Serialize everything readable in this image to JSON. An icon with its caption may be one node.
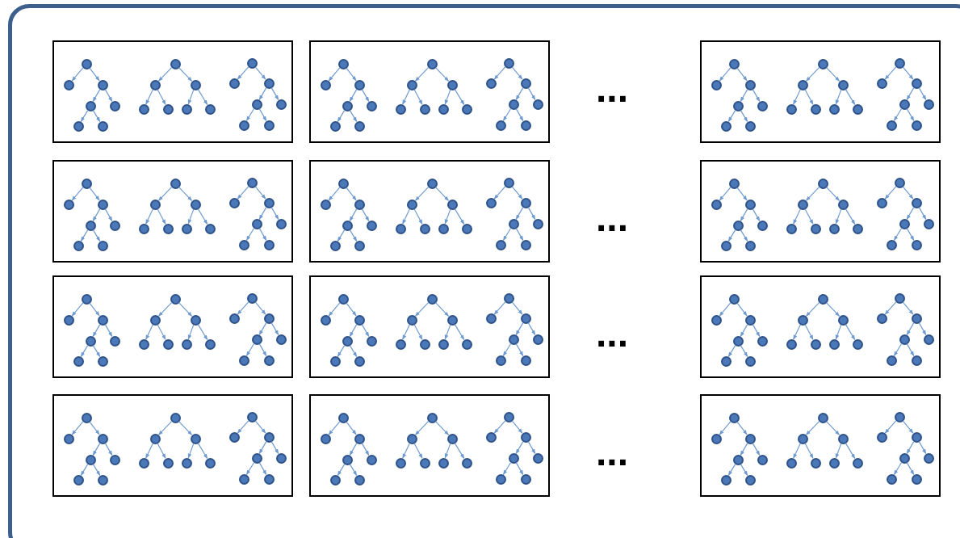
{
  "diagram": {
    "nodes": [
      {
        "text": [],
        "shape": "box"
      },
      {
        "text": [],
        "shape": "box",
        "in": 0
      },
      {
        "text": [],
        "shape": "circle",
        "in": 1
      },
      {
        "text": [],
        "shape": "circle",
        "in": 1
      },
      {
        "text": [],
        "shape": "circle",
        "in": 1
      },
      {
        "text": [],
        "shape": "circle",
        "in": 1
      },
      {
        "text": [],
        "shape": "circle",
        "in": 1
      },
      {
        "text": [],
        "shape": "circle",
        "in": 1
      },
      {
        "text": [],
        "shape": "circle",
        "in": 1
      },
      {
        "text": [],
        "shape": "circle",
        "in": 1
      },
      {
        "text": [],
        "shape": "circle",
        "in": 1
      },
      {
        "text": [],
        "shape": "circle",
        "in": 1
      },
      {
        "text": [],
        "shape": "circle",
        "in": 1
      },
      {
        "text": [],
        "shape": "circle",
        "in": 1
      },
      {
        "text": [],
        "shape": "circle",
        "in": 1
      },
      {
        "text": [],
        "shape": "circle",
        "in": 1
      },
      {
        "text": [],
        "shape": "circle",
        "in": 1
      },
      {
        "text": [],
        "shape": "circle",
        "in": 1
      },
      {
        "text": [],
        "shape": "circle",
        "in": 1
      },
      {
        "text": [],
        "shape": "circle",
        "in": 1
      },
      {
        "text": [],
        "shape": "circle",
        "in": 1
      },
      {
        "text": [],
        "shape": "circle",
        "in": 1
      },
      {
        "text": [],
        "shape": "circle",
        "in": 1
      },
      {
        "text": [],
        "shape": "box",
        "in": 0
      },
      {
        "text": [],
        "shape": "circle",
        "in": 23
      },
      {
        "text": [],
        "shape": "circle",
        "in": 23
      },
      {
        "text": [],
        "shape": "circle",
        "in": 23
      },
      {
        "text": [],
        "shape": "circle",
        "in": 23
      },
      {
        "text": [],
        "shape": "circle",
        "in": 23
      },
      {
        "text": [],
        "shape": "circle",
        "in": 23
      },
      {
        "text": [],
        "shape": "circle",
        "in": 23
      },
      {
        "text": [],
        "shape": "circle",
        "in": 23
      },
      {
        "text": [],
        "shape": "circle",
        "in": 23
      },
      {
        "text": [],
        "shape": "circle",
        "in": 23
      },
      {
        "text": [],
        "shape": "circle",
        "in": 23
      },
      {
        "text": [],
        "shape": "circle",
        "in": 23
      },
      {
        "text": [],
        "shape": "circle",
        "in": 23
      },
      {
        "text": [],
        "shape": "circle",
        "in": 23
      },
      {
        "text": [],
        "shape": "circle",
        "in": 23
      },
      {
        "text": [],
        "shape": "circle",
        "in": 23
      },
      {
        "text": [],
        "shape": "circle",
        "in": 23
      },
      {
        "text": [],
        "shape": "circle",
        "in": 23
      },
      {
        "text": [],
        "shape": "circle",
        "in": 23
      },
      {
        "text": [],
        "shape": "circle",
        "in": 23
      },
      {
        "text": [],
        "shape": "circle",
        "in": 23
      },
      {
        "text": [],
        "shape": "box",
        "in": 0
      },
      {
        "text": [],
        "shape": "circle",
        "in": 45
      },
      {
        "text": [],
        "shape": "circle",
        "in": 45
      },
      {
        "text": [],
        "shape": "circle",
        "in": 45
      },
      {
        "text": [],
        "shape": "circle",
        "in": 45
      },
      {
        "text": [],
        "shape": "circle",
        "in": 45
      },
      {
        "text": [],
        "shape": "circle",
        "in": 45
      },
      {
        "text": [],
        "shape": "circle",
        "in": 45
      },
      {
        "text": [],
        "shape": "circle",
        "in": 45
      },
      {
        "text": [],
        "shape": "circle",
        "in": 45
      },
      {
        "text": [],
        "shape": "circle",
        "in": 45
      },
      {
        "text": [],
        "shape": "circle",
        "in": 45
      },
      {
        "text": [],
        "shape": "circle",
        "in": 45
      },
      {
        "text": [],
        "shape": "circle",
        "in": 45
      },
      {
        "text": [],
        "shape": "circle",
        "in": 45
      },
      {
        "text": [],
        "shape": "circle",
        "in": 45
      },
      {
        "text": [],
        "shape": "circle",
        "in": 45
      },
      {
        "text": [],
        "shape": "circle",
        "in": 45
      },
      {
        "text": [],
        "shape": "circle",
        "in": 45
      },
      {
        "text": [],
        "shape": "circle",
        "in": 45
      },
      {
        "text": [],
        "shape": "circle",
        "in": 45
      },
      {
        "text": [],
        "shape": "circle",
        "in": 45
      },
      {
        "text": [],
        "shape": "box",
        "in": 0
      },
      {
        "text": [],
        "shape": "circle",
        "in": 67
      },
      {
        "text": [],
        "shape": "circle",
        "in": 67
      },
      {
        "text": [],
        "shape": "circle",
        "in": 67
      },
      {
        "text": [],
        "shape": "circle",
        "in": 67
      },
      {
        "text": [],
        "shape": "circle",
        "in": 67
      },
      {
        "text": [],
        "shape": "circle",
        "in": 67
      },
      {
        "text": [],
        "shape": "circle",
        "in": 67
      },
      {
        "text": [],
        "shape": "circle",
        "in": 67
      },
      {
        "text": [],
        "shape": "circle",
        "in": 67
      },
      {
        "text": [],
        "shape": "circle",
        "in": 67
      },
      {
        "text": [],
        "shape": "circle",
        "in": 67
      },
      {
        "text": [],
        "shape": "circle",
        "in": 67
      },
      {
        "text": [],
        "shape": "circle",
        "in": 67
      },
      {
        "text": [],
        "shape": "circle",
        "in": 67
      },
      {
        "text": [],
        "shape": "circle",
        "in": 67
      },
      {
        "text": [],
        "shape": "circle",
        "in": 67
      },
      {
        "text": [],
        "shape": "circle",
        "in": 67
      },
      {
        "text": [],
        "shape": "circle",
        "in": 67
      },
      {
        "text": [],
        "shape": "circle",
        "in": 67
      },
      {
        "text": [],
        "shape": "circle",
        "in": 67
      },
      {
        "text": [],
        "shape": "circle",
        "in": 67
      },
      {
        "text": [],
        "shape": "box",
        "in": 0
      },
      {
        "text": [],
        "shape": "circle",
        "in": 89
      },
      {
        "text": [],
        "shape": "circle",
        "in": 89
      },
      {
        "text": [],
        "shape": "circle",
        "in": 89
      },
      {
        "text": [],
        "shape": "circle",
        "in": 89
      },
      {
        "text": [],
        "shape": "circle",
        "in": 89
      },
      {
        "text": [],
        "shape": "circle",
        "in": 89
      },
      {
        "text": [],
        "shape": "circle",
        "in": 89
      },
      {
        "text": [],
        "shape": "circle",
        "in": 89
      },
      {
        "text": [],
        "shape": "circle",
        "in": 89
      },
      {
        "text": [],
        "shape": "circle",
        "in": 89
      },
      {
        "text": [],
        "shape": "circle",
        "in": 89
      },
      {
        "text": [],
        "shape": "circle",
        "in": 89
      },
      {
        "text": [],
        "shape": "circle",
        "in": 89
      },
      {
        "text": [],
        "shape": "circle",
        "in": 89
      },
      {
        "text": [],
        "shape": "circle",
        "in": 89
      },
      {
        "text": [],
        "shape": "circle",
        "in": 89
      },
      {
        "text": [],
        "shape": "circle",
        "in": 89
      },
      {
        "text": [],
        "shape": "circle",
        "in": 89
      },
      {
        "text": [],
        "shape": "circle",
        "in": 89
      },
      {
        "text": [],
        "shape": "circle",
        "in": 89
      },
      {
        "text": [],
        "shape": "circle",
        "in": 89
      },
      {
        "text": [],
        "shape": "box",
        "in": 0
      },
      {
        "text": [],
        "shape": "circle",
        "in": 111
      },
      {
        "text": [],
        "shape": "circle",
        "in": 111
      },
      {
        "text": [],
        "shape": "circle",
        "in": 111
      },
      {
        "text": [],
        "shape": "circle",
        "in": 111
      },
      {
        "text": [],
        "shape": "circle",
        "in": 111
      },
      {
        "text": [],
        "shape": "circle",
        "in": 111
      },
      {
        "text": [],
        "shape": "circle",
        "in": 111
      },
      {
        "text": [],
        "shape": "circle",
        "in": 111
      },
      {
        "text": [],
        "shape": "circle",
        "in": 111
      },
      {
        "text": [],
        "shape": "circle",
        "in": 111
      },
      {
        "text": [],
        "shape": "circle",
        "in": 111
      },
      {
        "text": [],
        "shape": "circle",
        "in": 111
      },
      {
        "text": [],
        "shape": "circle",
        "in": 111
      },
      {
        "text": [],
        "shape": "circle",
        "in": 111
      },
      {
        "text": [],
        "shape": "circle",
        "in": 111
      },
      {
        "text": [],
        "shape": "circle",
        "in": 111
      },
      {
        "text": [],
        "shape": "circle",
        "in": 111
      },
      {
        "text": [],
        "shape": "circle",
        "in": 111
      },
      {
        "text": [],
        "shape": "circle",
        "in": 111
      },
      {
        "text": [],
        "shape": "circle",
        "in": 111
      },
      {
        "text": [],
        "shape": "circle",
        "in": 111
      },
      {
        "text": [],
        "shape": "box",
        "in": 0
      },
      {
        "text": [],
        "shape": "circle",
        "in": 133
      },
      {
        "text": [],
        "shape": "circle",
        "in": 133
      },
      {
        "text": [],
        "shape": "circle",
        "in": 133
      },
      {
        "text": [],
        "shape": "circle",
        "in": 133
      },
      {
        "text": [],
        "shape": "circle",
        "in": 133
      },
      {
        "text": [],
        "shape": "circle",
        "in": 133
      },
      {
        "text": [],
        "shape": "circle",
        "in": 133
      },
      {
        "text": [],
        "shape": "circle",
        "in": 133
      },
      {
        "text": [],
        "shape": "circle",
        "in": 133
      },
      {
        "text": [],
        "shape": "circle",
        "in": 133
      },
      {
        "text": [],
        "shape": "circle",
        "in": 133
      },
      {
        "text": [],
        "shape": "circle",
        "in": 133
      },
      {
        "text": [],
        "shape": "circle",
        "in": 133
      },
      {
        "text": [],
        "shape": "circle",
        "in": 133
      },
      {
        "text": [],
        "shape": "circle",
        "in": 133
      },
      {
        "text": [],
        "shape": "circle",
        "in": 133
      },
      {
        "text": [],
        "shape": "circle",
        "in": 133
      },
      {
        "text": [],
        "shape": "circle",
        "in": 133
      },
      {
        "text": [],
        "shape": "circle",
        "in": 133
      },
      {
        "text": [],
        "shape": "circle",
        "in": 133
      },
      {
        "text": [],
        "shape": "circle",
        "in": 133
      },
      {
        "text": [],
        "shape": "box",
        "in": 0
      },
      {
        "text": [],
        "shape": "circle",
        "in": 155
      },
      {
        "text": [],
        "shape": "circle",
        "in": 155
      },
      {
        "text": [],
        "shape": "circle",
        "in": 155
      },
      {
        "text": [],
        "shape": "circle",
        "in": 155
      },
      {
        "text": [],
        "shape": "circle",
        "in": 155
      },
      {
        "text": [],
        "shape": "circle",
        "in": 155
      },
      {
        "text": [],
        "shape": "circle",
        "in": 155
      },
      {
        "text": [],
        "shape": "circle",
        "in": 155
      },
      {
        "text": [],
        "shape": "circle",
        "in": 155
      },
      {
        "text": [],
        "shape": "circle",
        "in": 155
      },
      {
        "text": [],
        "shape": "circle",
        "in": 155
      },
      {
        "text": [],
        "shape": "circle",
        "in": 155
      },
      {
        "text": [],
        "shape": "circle",
        "in": 155
      },
      {
        "text": [],
        "shape": "circle",
        "in": 155
      },
      {
        "text": [],
        "shape": "circle",
        "in": 155
      },
      {
        "text": [],
        "shape": "circle",
        "in": 155
      },
      {
        "text": [],
        "shape": "circle",
        "in": 155
      },
      {
        "text": [],
        "shape": "circle",
        "in": 155
      },
      {
        "text": [],
        "shape": "circle",
        "in": 155
      },
      {
        "text": [],
        "shape": "circle",
        "in": 155
      },
      {
        "text": [],
        "shape": "circle",
        "in": 155
      },
      {
        "text": [],
        "shape": "box",
        "in": 0
      },
      {
        "text": [],
        "shape": "circle",
        "in": 177
      },
      {
        "text": [],
        "shape": "circle",
        "in": 177
      },
      {
        "text": [],
        "shape": "circle",
        "in": 177
      },
      {
        "text": [],
        "shape": "circle",
        "in": 177
      },
      {
        "text": [],
        "shape": "circle",
        "in": 177
      },
      {
        "text": [],
        "shape": "circle",
        "in": 177
      },
      {
        "text": [],
        "shape": "circle",
        "in": 177
      },
      {
        "text": [],
        "shape": "circle",
        "in": 177
      },
      {
        "text": [],
        "shape": "circle",
        "in": 177
      },
      {
        "text": [],
        "shape": "circle",
        "in": 177
      },
      {
        "text": [],
        "shape": "circle",
        "in": 177
      },
      {
        "text": [],
        "shape": "circle",
        "in": 177
      },
      {
        "text": [],
        "shape": "circle",
        "in": 177
      },
      {
        "text": [],
        "shape": "circle",
        "in": 177
      },
      {
        "text": [],
        "shape": "circle",
        "in": 177
      },
      {
        "text": [],
        "shape": "circle",
        "in": 177
      },
      {
        "text": [],
        "shape": "circle",
        "in": 177
      },
      {
        "text": [],
        "shape": "circle",
        "in": 177
      },
      {
        "text": [],
        "shape": "circle",
        "in": 177
      },
      {
        "text": [],
        "shape": "circle",
        "in": 177
      },
      {
        "text": [],
        "shape": "circle",
        "in": 177
      },
      {
        "text": [],
        "shape": "box",
        "in": 0
      },
      {
        "text": [],
        "shape": "circle",
        "in": 199
      },
      {
        "text": [],
        "shape": "circle",
        "in": 199
      },
      {
        "text": [],
        "shape": "circle",
        "in": 199
      },
      {
        "text": [],
        "shape": "circle",
        "in": 199
      },
      {
        "text": [],
        "shape": "circle",
        "in": 199
      },
      {
        "text": [],
        "shape": "circle",
        "in": 199
      },
      {
        "text": [],
        "shape": "circle",
        "in": 199
      },
      {
        "text": [],
        "shape": "circle",
        "in": 199
      },
      {
        "text": [],
        "shape": "circle",
        "in": 199
      },
      {
        "text": [],
        "shape": "circle",
        "in": 199
      },
      {
        "text": [],
        "shape": "circle",
        "in": 199
      },
      {
        "text": [],
        "shape": "circle",
        "in": 199
      },
      {
        "text": [],
        "shape": "circle",
        "in": 199
      },
      {
        "text": [],
        "shape": "circle",
        "in": 199
      },
      {
        "text": [],
        "shape": "circle",
        "in": 199
      },
      {
        "text": [],
        "shape": "circle",
        "in": 199
      },
      {
        "text": [],
        "shape": "circle",
        "in": 199
      },
      {
        "text": [],
        "shape": "circle",
        "in": 199
      },
      {
        "text": [],
        "shape": "circle",
        "in": 199
      },
      {
        "text": [],
        "shape": "circle",
        "in": 199
      },
      {
        "text": [],
        "shape": "circle",
        "in": 199
      },
      {
        "text": [],
        "shape": "box",
        "in": 0
      },
      {
        "text": [],
        "shape": "circle",
        "in": 221
      },
      {
        "text": [],
        "shape": "circle",
        "in": 221
      },
      {
        "text": [],
        "shape": "circle",
        "in": 221
      },
      {
        "text": [],
        "shape": "circle",
        "in": 221
      },
      {
        "text": [],
        "shape": "circle",
        "in": 221
      },
      {
        "text": [],
        "shape": "circle",
        "in": 221
      },
      {
        "text": [],
        "shape": "circle",
        "in": 221
      },
      {
        "text": [],
        "shape": "circle",
        "in": 221
      },
      {
        "text": [],
        "shape": "circle",
        "in": 221
      },
      {
        "text": [],
        "shape": "circle",
        "in": 221
      },
      {
        "text": [],
        "shape": "circle",
        "in": 221
      },
      {
        "text": [],
        "shape": "circle",
        "in": 221
      },
      {
        "text": [],
        "shape": "circle",
        "in": 221
      },
      {
        "text": [],
        "shape": "circle",
        "in": 221
      },
      {
        "text": [],
        "shape": "circle",
        "in": 221
      },
      {
        "text": [],
        "shape": "circle",
        "in": 221
      },
      {
        "text": [],
        "shape": "circle",
        "in": 221
      },
      {
        "text": [],
        "shape": "circle",
        "in": 221
      },
      {
        "text": [],
        "shape": "circle",
        "in": 221
      },
      {
        "text": [],
        "shape": "circle",
        "in": 221
      },
      {
        "text": [],
        "shape": "circle",
        "in": 221
      },
      {
        "text": [],
        "shape": "box",
        "in": 0
      },
      {
        "text": [],
        "shape": "circle",
        "in": 243
      },
      {
        "text": [],
        "shape": "circle",
        "in": 243
      },
      {
        "text": [],
        "shape": "circle",
        "in": 243
      },
      {
        "text": [],
        "shape": "circle",
        "in": 243
      },
      {
        "text": [],
        "shape": "circle",
        "in": 243
      },
      {
        "text": [],
        "shape": "circle",
        "in": 243
      },
      {
        "text": [],
        "shape": "circle",
        "in": 243
      },
      {
        "text": [],
        "shape": "circle",
        "in": 243
      },
      {
        "text": [],
        "shape": "circle",
        "in": 243
      },
      {
        "text": [],
        "shape": "circle",
        "in": 243
      },
      {
        "text": [],
        "shape": "circle",
        "in": 243
      },
      {
        "text": [],
        "shape": "circle",
        "in": 243
      },
      {
        "text": [],
        "shape": "circle",
        "in": 243
      },
      {
        "text": [],
        "shape": "circle",
        "in": 243
      },
      {
        "text": [],
        "shape": "circle",
        "in": 243
      },
      {
        "text": [],
        "shape": "circle",
        "in": 243
      },
      {
        "text": [],
        "shape": "circle",
        "in": 243
      },
      {
        "text": [],
        "shape": "circle",
        "in": 243
      },
      {
        "text": [],
        "shape": "circle",
        "in": 243
      },
      {
        "text": [],
        "shape": "circle",
        "in": 243
      },
      {
        "text": [],
        "shape": "circle",
        "in": 243
      }
    ],
    "edges": [
      {
        "from": 2,
        "to": 3,
        "arrow": "to"
      },
      {
        "from": 2,
        "to": 4,
        "arrow": "to"
      },
      {
        "from": 4,
        "to": 5,
        "arrow": "to"
      },
      {
        "from": 4,
        "to": 6,
        "arrow": "to"
      },
      {
        "from": 5,
        "to": 7,
        "arrow": "to"
      },
      {
        "from": 5,
        "to": 8,
        "arrow": "to"
      },
      {
        "from": 9,
        "to": 10,
        "arrow": "to"
      },
      {
        "from": 9,
        "to": 11,
        "arrow": "to"
      },
      {
        "from": 10,
        "to": 12,
        "arrow": "to"
      },
      {
        "from": 10,
        "to": 13,
        "arrow": "to"
      },
      {
        "from": 11,
        "to": 14,
        "arrow": "to"
      },
      {
        "from": 11,
        "to": 15,
        "arrow": "to"
      },
      {
        "from": 16,
        "to": 17,
        "arrow": "to"
      },
      {
        "from": 16,
        "to": 18,
        "arrow": "to"
      },
      {
        "from": 18,
        "to": 19,
        "arrow": "to"
      },
      {
        "from": 18,
        "to": 20,
        "arrow": "to"
      },
      {
        "from": 19,
        "to": 21,
        "arrow": "to"
      },
      {
        "from": 19,
        "to": 22,
        "arrow": "to"
      },
      {
        "from": 24,
        "to": 25,
        "arrow": "to"
      },
      {
        "from": 24,
        "to": 26,
        "arrow": "to"
      },
      {
        "from": 26,
        "to": 27,
        "arrow": "to"
      },
      {
        "from": 26,
        "to": 28,
        "arrow": "to"
      },
      {
        "from": 27,
        "to": 29,
        "arrow": "to"
      },
      {
        "from": 27,
        "to": 30,
        "arrow": "to"
      },
      {
        "from": 31,
        "to": 32,
        "arrow": "to"
      },
      {
        "from": 31,
        "to": 33,
        "arrow": "to"
      },
      {
        "from": 32,
        "to": 34,
        "arrow": "to"
      },
      {
        "from": 32,
        "to": 35,
        "arrow": "to"
      },
      {
        "from": 33,
        "to": 36,
        "arrow": "to"
      },
      {
        "from": 33,
        "to": 37,
        "arrow": "to"
      },
      {
        "from": 38,
        "to": 39,
        "arrow": "to"
      },
      {
        "from": 38,
        "to": 40,
        "arrow": "to"
      },
      {
        "from": 40,
        "to": 41,
        "arrow": "to"
      },
      {
        "from": 40,
        "to": 42,
        "arrow": "to"
      },
      {
        "from": 41,
        "to": 43,
        "arrow": "to"
      },
      {
        "from": 41,
        "to": 44,
        "arrow": "to"
      },
      {
        "from": 46,
        "to": 47,
        "arrow": "to"
      },
      {
        "from": 46,
        "to": 48,
        "arrow": "to"
      },
      {
        "from": 48,
        "to": 49,
        "arrow": "to"
      },
      {
        "from": 48,
        "to": 50,
        "arrow": "to"
      },
      {
        "from": 49,
        "to": 51,
        "arrow": "to"
      },
      {
        "from": 49,
        "to": 52,
        "arrow": "to"
      },
      {
        "from": 53,
        "to": 54,
        "arrow": "to"
      },
      {
        "from": 53,
        "to": 55,
        "arrow": "to"
      },
      {
        "from": 54,
        "to": 56,
        "arrow": "to"
      },
      {
        "from": 54,
        "to": 57,
        "arrow": "to"
      },
      {
        "from": 55,
        "to": 58,
        "arrow": "to"
      },
      {
        "from": 55,
        "to": 59,
        "arrow": "to"
      },
      {
        "from": 60,
        "to": 61,
        "arrow": "to"
      },
      {
        "from": 60,
        "to": 62,
        "arrow": "to"
      },
      {
        "from": 62,
        "to": 63,
        "arrow": "to"
      },
      {
        "from": 62,
        "to": 64,
        "arrow": "to"
      },
      {
        "from": 63,
        "to": 65,
        "arrow": "to"
      },
      {
        "from": 63,
        "to": 66,
        "arrow": "to"
      },
      {
        "from": 68,
        "to": 69,
        "arrow": "to"
      },
      {
        "from": 68,
        "to": 70,
        "arrow": "to"
      },
      {
        "from": 70,
        "to": 71,
        "arrow": "to"
      },
      {
        "from": 70,
        "to": 72,
        "arrow": "to"
      },
      {
        "from": 71,
        "to": 73,
        "arrow": "to"
      },
      {
        "from": 71,
        "to": 74,
        "arrow": "to"
      },
      {
        "from": 75,
        "to": 76,
        "arrow": "to"
      },
      {
        "from": 75,
        "to": 77,
        "arrow": "to"
      },
      {
        "from": 76,
        "to": 78,
        "arrow": "to"
      },
      {
        "from": 76,
        "to": 79,
        "arrow": "to"
      },
      {
        "from": 77,
        "to": 80,
        "arrow": "to"
      },
      {
        "from": 77,
        "to": 81,
        "arrow": "to"
      },
      {
        "from": 82,
        "to": 83,
        "arrow": "to"
      },
      {
        "from": 82,
        "to": 84,
        "arrow": "to"
      },
      {
        "from": 84,
        "to": 85,
        "arrow": "to"
      },
      {
        "from": 84,
        "to": 86,
        "arrow": "to"
      },
      {
        "from": 85,
        "to": 87,
        "arrow": "to"
      },
      {
        "from": 85,
        "to": 88,
        "arrow": "to"
      },
      {
        "from": 90,
        "to": 91,
        "arrow": "to"
      },
      {
        "from": 90,
        "to": 92,
        "arrow": "to"
      },
      {
        "from": 92,
        "to": 93,
        "arrow": "to"
      },
      {
        "from": 92,
        "to": 94,
        "arrow": "to"
      },
      {
        "from": 93,
        "to": 95,
        "arrow": "to"
      },
      {
        "from": 93,
        "to": 96,
        "arrow": "to"
      },
      {
        "from": 97,
        "to": 98,
        "arrow": "to"
      },
      {
        "from": 97,
        "to": 99,
        "arrow": "to"
      },
      {
        "from": 98,
        "to": 100,
        "arrow": "to"
      },
      {
        "from": 98,
        "to": 101,
        "arrow": "to"
      },
      {
        "from": 99,
        "to": 102,
        "arrow": "to"
      },
      {
        "from": 99,
        "to": 103,
        "arrow": "to"
      },
      {
        "from": 104,
        "to": 105,
        "arrow": "to"
      },
      {
        "from": 104,
        "to": 106,
        "arrow": "to"
      },
      {
        "from": 106,
        "to": 107,
        "arrow": "to"
      },
      {
        "from": 106,
        "to": 108,
        "arrow": "to"
      },
      {
        "from": 107,
        "to": 109,
        "arrow": "to"
      },
      {
        "from": 107,
        "to": 110,
        "arrow": "to"
      },
      {
        "from": 112,
        "to": 113,
        "arrow": "to"
      },
      {
        "from": 112,
        "to": 114,
        "arrow": "to"
      },
      {
        "from": 114,
        "to": 115,
        "arrow": "to"
      },
      {
        "from": 114,
        "to": 116,
        "arrow": "to"
      },
      {
        "from": 115,
        "to": 117,
        "arrow": "to"
      },
      {
        "from": 115,
        "to": 118,
        "arrow": "to"
      },
      {
        "from": 119,
        "to": 120,
        "arrow": "to"
      },
      {
        "from": 119,
        "to": 121,
        "arrow": "to"
      },
      {
        "from": 120,
        "to": 122,
        "arrow": "to"
      },
      {
        "from": 120,
        "to": 123,
        "arrow": "to"
      },
      {
        "from": 121,
        "to": 124,
        "arrow": "to"
      },
      {
        "from": 121,
        "to": 125,
        "arrow": "to"
      },
      {
        "from": 126,
        "to": 127,
        "arrow": "to"
      },
      {
        "from": 126,
        "to": 128,
        "arrow": "to"
      },
      {
        "from": 128,
        "to": 129,
        "arrow": "to"
      },
      {
        "from": 128,
        "to": 130,
        "arrow": "to"
      },
      {
        "from": 129,
        "to": 131,
        "arrow": "to"
      },
      {
        "from": 129,
        "to": 132,
        "arrow": "to"
      },
      {
        "from": 134,
        "to": 135,
        "arrow": "to"
      },
      {
        "from": 134,
        "to": 136,
        "arrow": "to"
      },
      {
        "from": 136,
        "to": 137,
        "arrow": "to"
      },
      {
        "from": 136,
        "to": 138,
        "arrow": "to"
      },
      {
        "from": 137,
        "to": 139,
        "arrow": "to"
      },
      {
        "from": 137,
        "to": 140,
        "arrow": "to"
      },
      {
        "from": 141,
        "to": 142,
        "arrow": "to"
      },
      {
        "from": 141,
        "to": 143,
        "arrow": "to"
      },
      {
        "from": 142,
        "to": 144,
        "arrow": "to"
      },
      {
        "from": 142,
        "to": 145,
        "arrow": "to"
      },
      {
        "from": 143,
        "to": 146,
        "arrow": "to"
      },
      {
        "from": 143,
        "to": 147,
        "arrow": "to"
      },
      {
        "from": 148,
        "to": 149,
        "arrow": "to"
      },
      {
        "from": 148,
        "to": 150,
        "arrow": "to"
      },
      {
        "from": 150,
        "to": 151,
        "arrow": "to"
      },
      {
        "from": 150,
        "to": 152,
        "arrow": "to"
      },
      {
        "from": 151,
        "to": 153,
        "arrow": "to"
      },
      {
        "from": 151,
        "to": 154,
        "arrow": "to"
      },
      {
        "from": 156,
        "to": 157,
        "arrow": "to"
      },
      {
        "from": 156,
        "to": 158,
        "arrow": "to"
      },
      {
        "from": 158,
        "to": 159,
        "arrow": "to"
      },
      {
        "from": 158,
        "to": 160,
        "arrow": "to"
      },
      {
        "from": 159,
        "to": 161,
        "arrow": "to"
      },
      {
        "from": 159,
        "to": 162,
        "arrow": "to"
      },
      {
        "from": 163,
        "to": 164,
        "arrow": "to"
      },
      {
        "from": 163,
        "to": 165,
        "arrow": "to"
      },
      {
        "from": 164,
        "to": 166,
        "arrow": "to"
      },
      {
        "from": 164,
        "to": 167,
        "arrow": "to"
      },
      {
        "from": 165,
        "to": 168,
        "arrow": "to"
      },
      {
        "from": 165,
        "to": 169,
        "arrow": "to"
      },
      {
        "from": 170,
        "to": 171,
        "arrow": "to"
      },
      {
        "from": 170,
        "to": 172,
        "arrow": "to"
      },
      {
        "from": 172,
        "to": 173,
        "arrow": "to"
      },
      {
        "from": 172,
        "to": 174,
        "arrow": "to"
      },
      {
        "from": 173,
        "to": 175,
        "arrow": "to"
      },
      {
        "from": 173,
        "to": 176,
        "arrow": "to"
      },
      {
        "from": 178,
        "to": 179,
        "arrow": "to"
      },
      {
        "from": 178,
        "to": 180,
        "arrow": "to"
      },
      {
        "from": 180,
        "to": 181,
        "arrow": "to"
      },
      {
        "from": 180,
        "to": 182,
        "arrow": "to"
      },
      {
        "from": 181,
        "to": 183,
        "arrow": "to"
      },
      {
        "from": 181,
        "to": 184,
        "arrow": "to"
      },
      {
        "from": 185,
        "to": 186,
        "arrow": "to"
      },
      {
        "from": 185,
        "to": 187,
        "arrow": "to"
      },
      {
        "from": 186,
        "to": 188,
        "arrow": "to"
      },
      {
        "from": 186,
        "to": 189,
        "arrow": "to"
      },
      {
        "from": 187,
        "to": 190,
        "arrow": "to"
      },
      {
        "from": 187,
        "to": 191,
        "arrow": "to"
      },
      {
        "from": 192,
        "to": 193,
        "arrow": "to"
      },
      {
        "from": 192,
        "to": 194,
        "arrow": "to"
      },
      {
        "from": 194,
        "to": 195,
        "arrow": "to"
      },
      {
        "from": 194,
        "to": 196,
        "arrow": "to"
      },
      {
        "from": 195,
        "to": 197,
        "arrow": "to"
      },
      {
        "from": 195,
        "to": 198,
        "arrow": "to"
      },
      {
        "from": 200,
        "to": 201,
        "arrow": "to"
      },
      {
        "from": 200,
        "to": 202,
        "arrow": "to"
      },
      {
        "from": 202,
        "to": 203,
        "arrow": "to"
      },
      {
        "from": 202,
        "to": 204,
        "arrow": "to"
      },
      {
        "from": 203,
        "to": 205,
        "arrow": "to"
      },
      {
        "from": 203,
        "to": 206,
        "arrow": "to"
      },
      {
        "from": 207,
        "to": 208,
        "arrow": "to"
      },
      {
        "from": 207,
        "to": 209,
        "arrow": "to"
      },
      {
        "from": 208,
        "to": 210,
        "arrow": "to"
      },
      {
        "from": 208,
        "to": 211,
        "arrow": "to"
      },
      {
        "from": 209,
        "to": 212,
        "arrow": "to"
      },
      {
        "from": 209,
        "to": 213,
        "arrow": "to"
      },
      {
        "from": 214,
        "to": 215,
        "arrow": "to"
      },
      {
        "from": 214,
        "to": 216,
        "arrow": "to"
      },
      {
        "from": 216,
        "to": 217,
        "arrow": "to"
      },
      {
        "from": 216,
        "to": 218,
        "arrow": "to"
      },
      {
        "from": 217,
        "to": 219,
        "arrow": "to"
      },
      {
        "from": 217,
        "to": 220,
        "arrow": "to"
      },
      {
        "from": 222,
        "to": 223,
        "arrow": "to"
      },
      {
        "from": 222,
        "to": 224,
        "arrow": "to"
      },
      {
        "from": 224,
        "to": 225,
        "arrow": "to"
      },
      {
        "from": 224,
        "to": 226,
        "arrow": "to"
      },
      {
        "from": 225,
        "to": 227,
        "arrow": "to"
      },
      {
        "from": 225,
        "to": 228,
        "arrow": "to"
      },
      {
        "from": 229,
        "to": 230,
        "arrow": "to"
      },
      {
        "from": 229,
        "to": 231,
        "arrow": "to"
      },
      {
        "from": 230,
        "to": 232,
        "arrow": "to"
      },
      {
        "from": 230,
        "to": 233,
        "arrow": "to"
      },
      {
        "from": 231,
        "to": 234,
        "arrow": "to"
      },
      {
        "from": 231,
        "to": 235,
        "arrow": "to"
      },
      {
        "from": 236,
        "to": 237,
        "arrow": "to"
      },
      {
        "from": 236,
        "to": 238,
        "arrow": "to"
      },
      {
        "from": 238,
        "to": 239,
        "arrow": "to"
      },
      {
        "from": 238,
        "to": 240,
        "arrow": "to"
      },
      {
        "from": 239,
        "to": 241,
        "arrow": "to"
      },
      {
        "from": 239,
        "to": 242,
        "arrow": "to"
      },
      {
        "from": 244,
        "to": 245,
        "arrow": "to"
      },
      {
        "from": 244,
        "to": 246,
        "arrow": "to"
      },
      {
        "from": 246,
        "to": 247,
        "arrow": "to"
      },
      {
        "from": 246,
        "to": 248,
        "arrow": "to"
      },
      {
        "from": 247,
        "to": 249,
        "arrow": "to"
      },
      {
        "from": 247,
        "to": 250,
        "arrow": "to"
      },
      {
        "from": 251,
        "to": 252,
        "arrow": "to"
      },
      {
        "from": 251,
        "to": 253,
        "arrow": "to"
      },
      {
        "from": 252,
        "to": 254,
        "arrow": "to"
      },
      {
        "from": 252,
        "to": 255,
        "arrow": "to"
      },
      {
        "from": 253,
        "to": 256,
        "arrow": "to"
      },
      {
        "from": 253,
        "to": 257,
        "arrow": "to"
      },
      {
        "from": 258,
        "to": 259,
        "arrow": "to"
      },
      {
        "from": 258,
        "to": 260,
        "arrow": "to"
      },
      {
        "from": 260,
        "to": 261,
        "arrow": "to"
      },
      {
        "from": 260,
        "to": 262,
        "arrow": "to"
      },
      {
        "from": 261,
        "to": 263,
        "arrow": "to"
      },
      {
        "from": 261,
        "to": 264,
        "arrow": "to"
      }
    ],
    "labels": [
      "...",
      "...",
      "...",
      "..."
    ]
  }
}
